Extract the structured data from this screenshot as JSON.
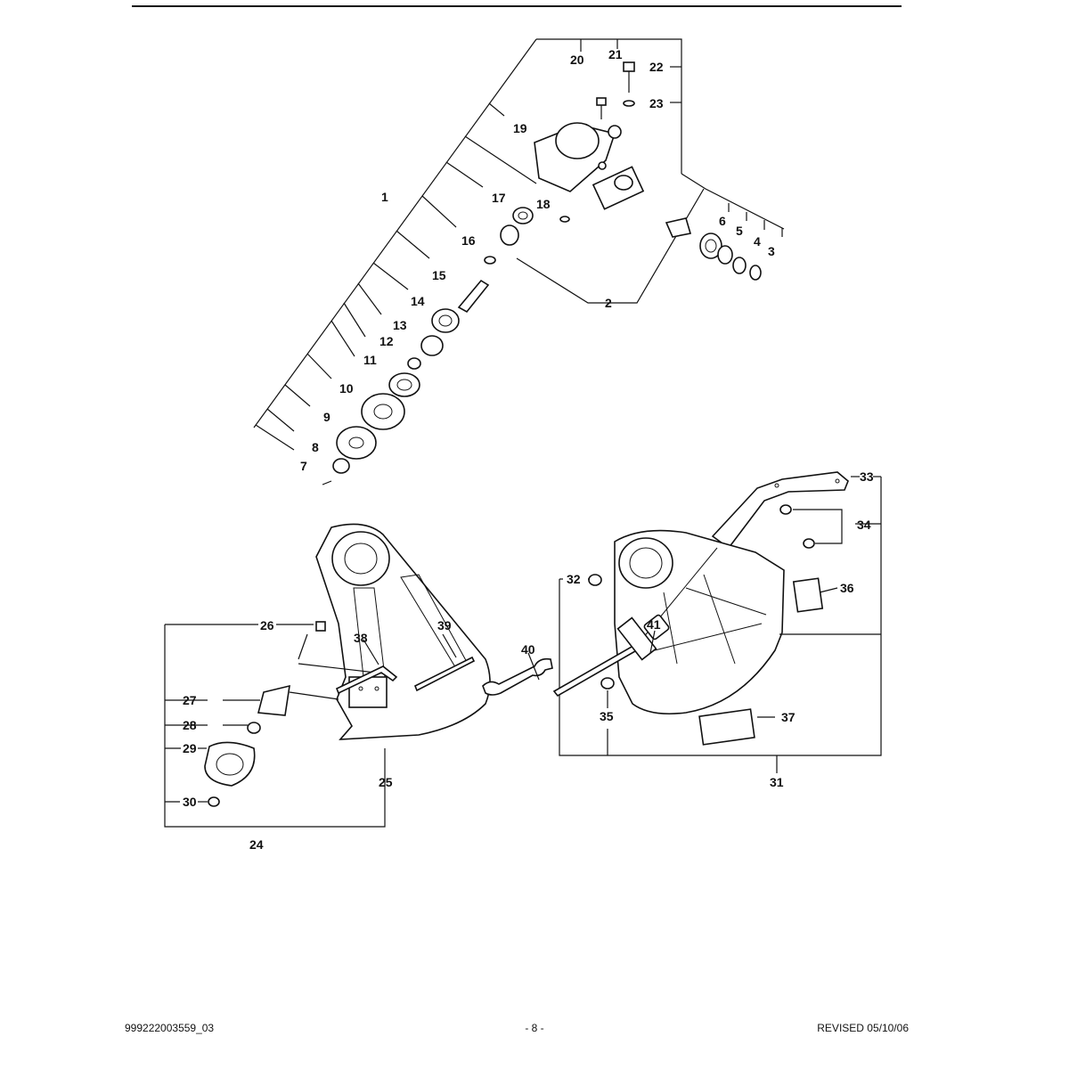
{
  "callouts": {
    "c1": "1",
    "c2": "2",
    "c3": "3",
    "c4": "4",
    "c5": "5",
    "c6": "6",
    "c7": "7",
    "c8": "8",
    "c9": "9",
    "c10": "10",
    "c11": "11",
    "c12": "12",
    "c13": "13",
    "c14": "14",
    "c15": "15",
    "c16": "16",
    "c17": "17",
    "c18": "18",
    "c19": "19",
    "c20": "20",
    "c21": "21",
    "c22": "22",
    "c23": "23",
    "c24": "24",
    "c25": "25",
    "c26": "26",
    "c27": "27",
    "c28": "28",
    "c29": "29",
    "c30": "30",
    "c31": "31",
    "c32": "32",
    "c33": "33",
    "c34": "34",
    "c35": "35",
    "c36": "36",
    "c37": "37",
    "c38": "38",
    "c39": "39",
    "c40": "40",
    "c41": "41"
  },
  "footer": {
    "left": "999222003559_03",
    "center": "- 8 -",
    "right": "REVISED 05/10/06"
  }
}
